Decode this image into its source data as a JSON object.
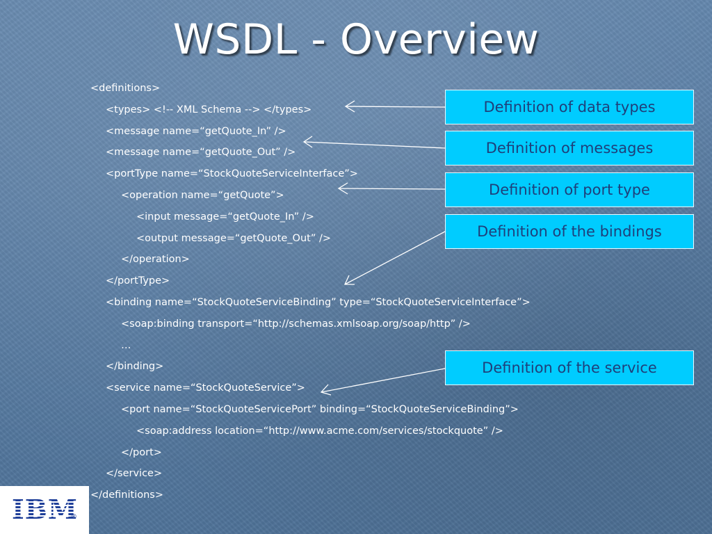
{
  "slide": {
    "title": "WSDL - Overview"
  },
  "code_lines": [
    {
      "indent": 0,
      "text": "<definitions>"
    },
    {
      "indent": 1,
      "text": "<types>   <!-- XML Schema -->  </types>"
    },
    {
      "indent": 1,
      "text": "<message name=“getQuote_In” />"
    },
    {
      "indent": 1,
      "text": "<message name=“getQuote_Out” />"
    },
    {
      "indent": 1,
      "text": "<portType name=“StockQuoteServiceInterface”>"
    },
    {
      "indent": 2,
      "text": "<operation name=“getQuote”>"
    },
    {
      "indent": 3,
      "text": "<input message=“getQuote_In” />"
    },
    {
      "indent": 3,
      "text": "<output message=“getQuote_Out” />"
    },
    {
      "indent": 2,
      "text": "</operation>"
    },
    {
      "indent": 1,
      "text": "</portType>"
    },
    {
      "indent": 1,
      "text": "<binding name=“StockQuoteServiceBinding” type=“StockQuoteServiceInterface”>"
    },
    {
      "indent": 2,
      "text": "<soap:binding transport=“http://schemas.xmlsoap.org/soap/http” />"
    },
    {
      "indent": 2,
      "text": "…"
    },
    {
      "indent": 1,
      "text": "</binding>"
    },
    {
      "indent": 1,
      "text": "<service name=“StockQuoteService”>"
    },
    {
      "indent": 2,
      "text": "<port name=“StockQuoteServicePort” binding=“StockQuoteServiceBinding”>"
    },
    {
      "indent": 3,
      "text": "<soap:address location=“http://www.acme.com/services/stockquote” />"
    },
    {
      "indent": 2,
      "text": "</port>"
    },
    {
      "indent": 1,
      "text": "</service>"
    },
    {
      "indent": 0,
      "text": "</definitions>"
    }
  ],
  "callouts": {
    "data_types": "Definition of data types",
    "messages": "Definition of messages",
    "port_type": "Definition of port type",
    "bindings": "Definition of the bindings",
    "service": "Definition of the service"
  },
  "logo": {
    "text": "IBM",
    "registered_mark": "®"
  },
  "colors": {
    "background": "#5a7ea5",
    "callout_fill": "#00ccff",
    "callout_text": "#1f3f7a",
    "code_text": "#ffffff",
    "logo_blue": "#1f3f99"
  }
}
